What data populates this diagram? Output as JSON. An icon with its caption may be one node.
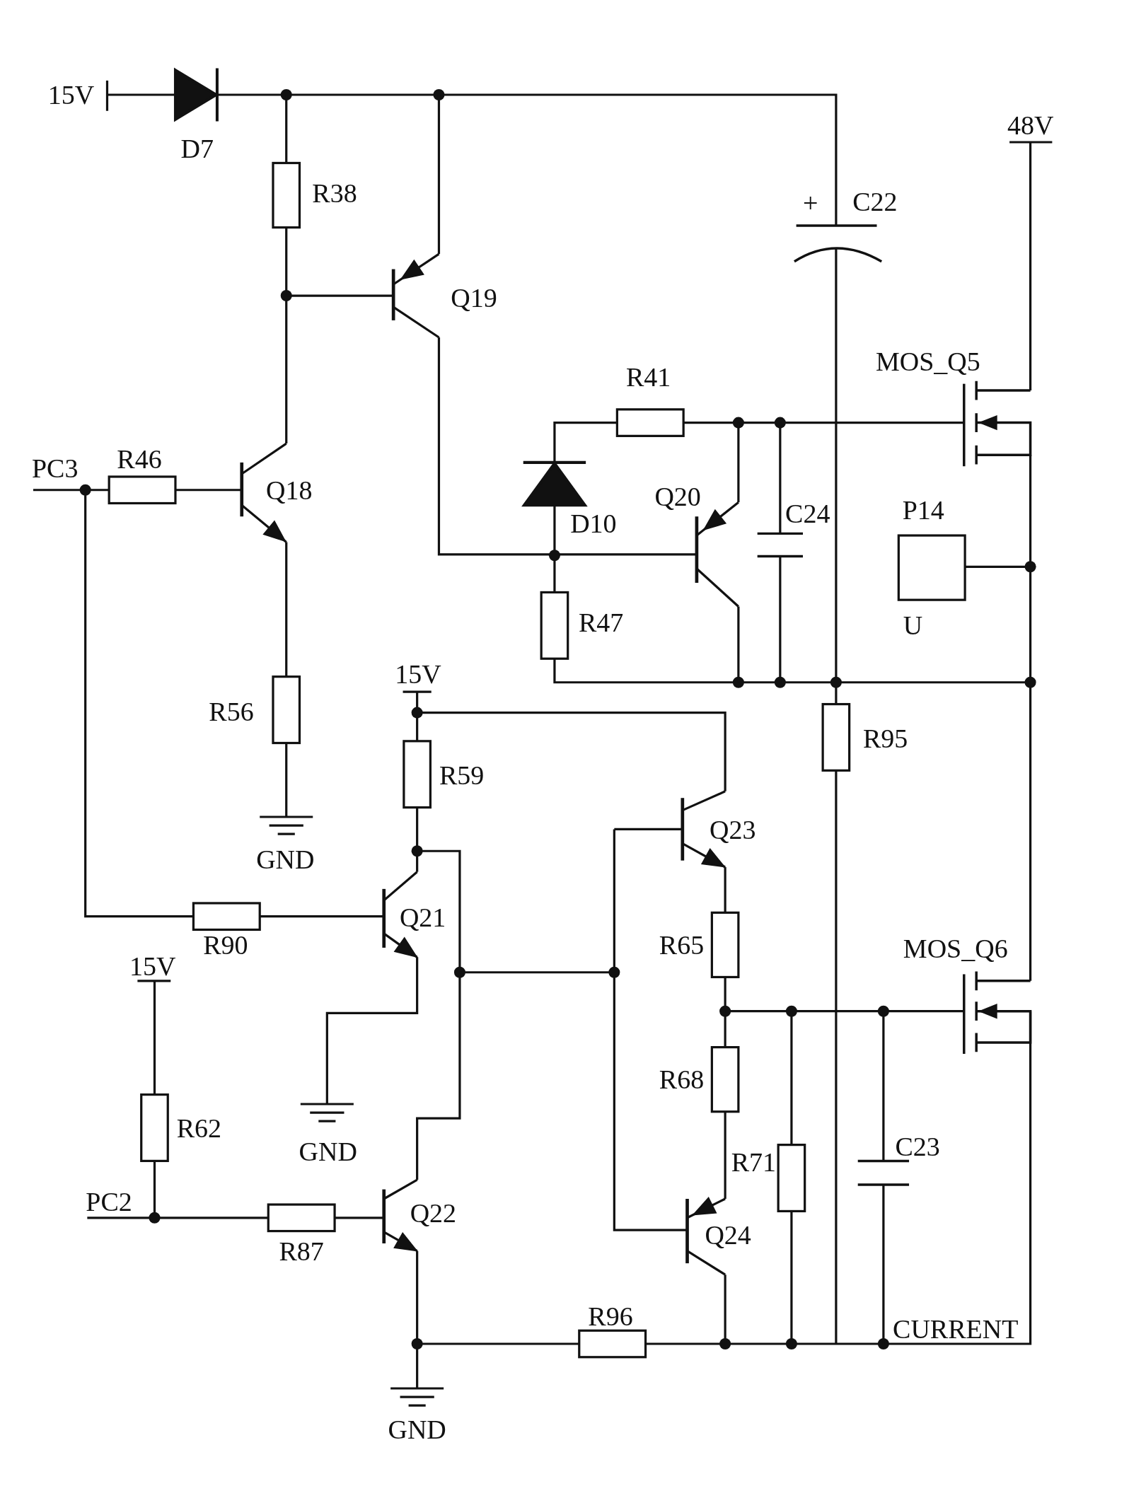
{
  "diagram": {
    "labels": [
      "15V",
      "D7",
      "R38",
      "Q19",
      "+",
      "C22",
      "48V",
      "MOS_Q5",
      "R41",
      "PC3",
      "R46",
      "Q18",
      "Q20",
      "C24",
      "P14",
      "D10",
      "R47",
      "U",
      "15V",
      "R56",
      "R95",
      "R59",
      "Q23",
      "GND",
      "Q21",
      "R90",
      "R65",
      "MOS_Q6",
      "15V",
      "R68",
      "R62",
      "GND",
      "R71",
      "C23",
      "PC2",
      "Q22",
      "Q24",
      "R87",
      "R96",
      "CURRENT",
      "GND"
    ]
  }
}
